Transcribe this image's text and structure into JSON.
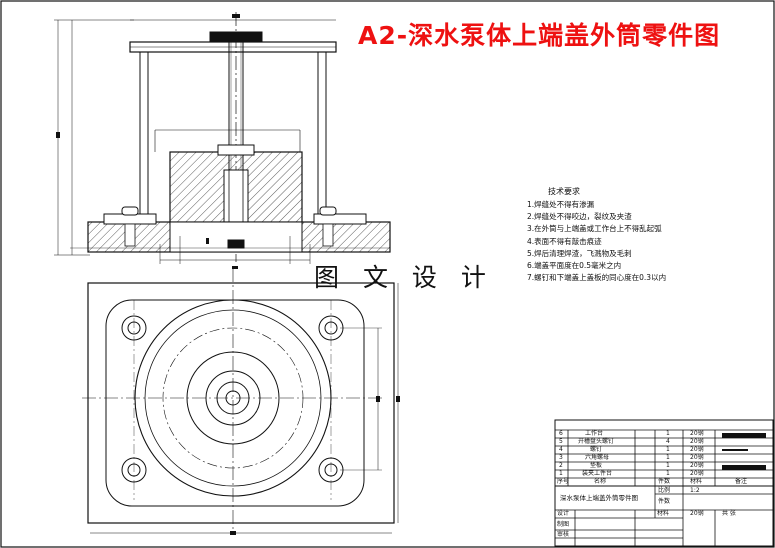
{
  "title": "A2-深水泵体上端盖外筒零件图",
  "watermark": "图 文 设 计",
  "technical_requirements": {
    "heading": "技术要求",
    "items": [
      "1.焊缝处不得有渗漏",
      "2.焊缝处不得咬边，裂纹及夹渣",
      "3.在外筒与上端盖或工作台上不得乱起弧",
      "4.表面不得有敲击痕迹",
      "5.焊后清理焊渣，飞溅物及毛刺",
      "6.端盖平面度在0.5毫米之内",
      "7.螺钉和下端盖上盖板的同心度在0.3以内"
    ]
  },
  "title_block": {
    "parts": [
      {
        "no": "6",
        "name": "工作台",
        "qty": "1",
        "material": "20钢"
      },
      {
        "no": "5",
        "name": "开槽盘头螺钉",
        "qty": "4",
        "material": "20钢"
      },
      {
        "no": "4",
        "name": "螺钉",
        "qty": "1",
        "material": "20钢"
      },
      {
        "no": "3",
        "name": "六角螺母",
        "qty": "1",
        "material": "20钢"
      },
      {
        "no": "2",
        "name": "垫板",
        "qty": "1",
        "material": "20钢"
      },
      {
        "no": "1",
        "name": "装夹工件台",
        "qty": "1",
        "material": "20钢"
      }
    ],
    "header": {
      "no": "序号",
      "name": "名称",
      "qty": "件数",
      "material": "材料",
      "remark": "备注"
    },
    "drawing_name": "深水泵体上端盖外筒零件图",
    "scale_label": "比例",
    "scale_value": "1:2",
    "pieces_label": "件数",
    "material_label": "材料",
    "material_value": "20钢",
    "sheet_label": "共 张",
    "designer_label": "设计",
    "drawer_label": "制图",
    "checker_label": "审核"
  }
}
